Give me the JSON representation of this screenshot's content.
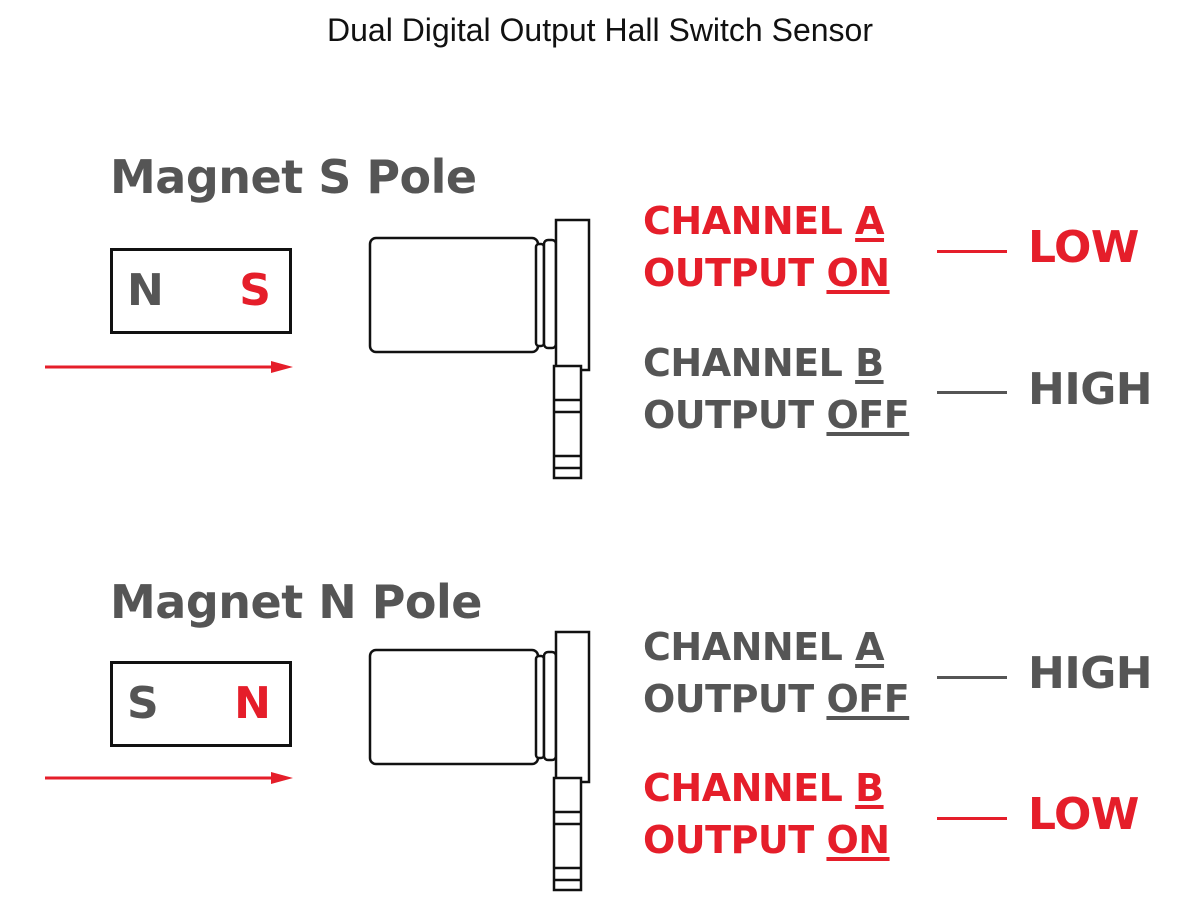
{
  "title": "Dual Digital Output Hall Switch Sensor",
  "colors": {
    "active": "#e51e2a",
    "inactive": "#555555",
    "outline": "#111111"
  },
  "panels": [
    {
      "heading": "Magnet S Pole",
      "magnet": {
        "left_pole": "N",
        "right_pole": "S"
      },
      "channel_a": {
        "line1_prefix": "CHANNEL ",
        "line1_letter": "A",
        "line2_prefix": "OUTPUT ",
        "line2_state": "ON",
        "level": "LOW",
        "active": true
      },
      "channel_b": {
        "line1_prefix": "CHANNEL ",
        "line1_letter": "B",
        "line2_prefix": "OUTPUT ",
        "line2_state": "OFF",
        "level": "HIGH",
        "active": false
      }
    },
    {
      "heading": "Magnet N Pole",
      "magnet": {
        "left_pole": "S",
        "right_pole": "N"
      },
      "channel_a": {
        "line1_prefix": "CHANNEL ",
        "line1_letter": "A",
        "line2_prefix": "OUTPUT ",
        "line2_state": "OFF",
        "level": "HIGH",
        "active": false
      },
      "channel_b": {
        "line1_prefix": "CHANNEL ",
        "line1_letter": "B",
        "line2_prefix": "OUTPUT ",
        "line2_state": "ON",
        "level": "LOW",
        "active": true
      }
    }
  ]
}
